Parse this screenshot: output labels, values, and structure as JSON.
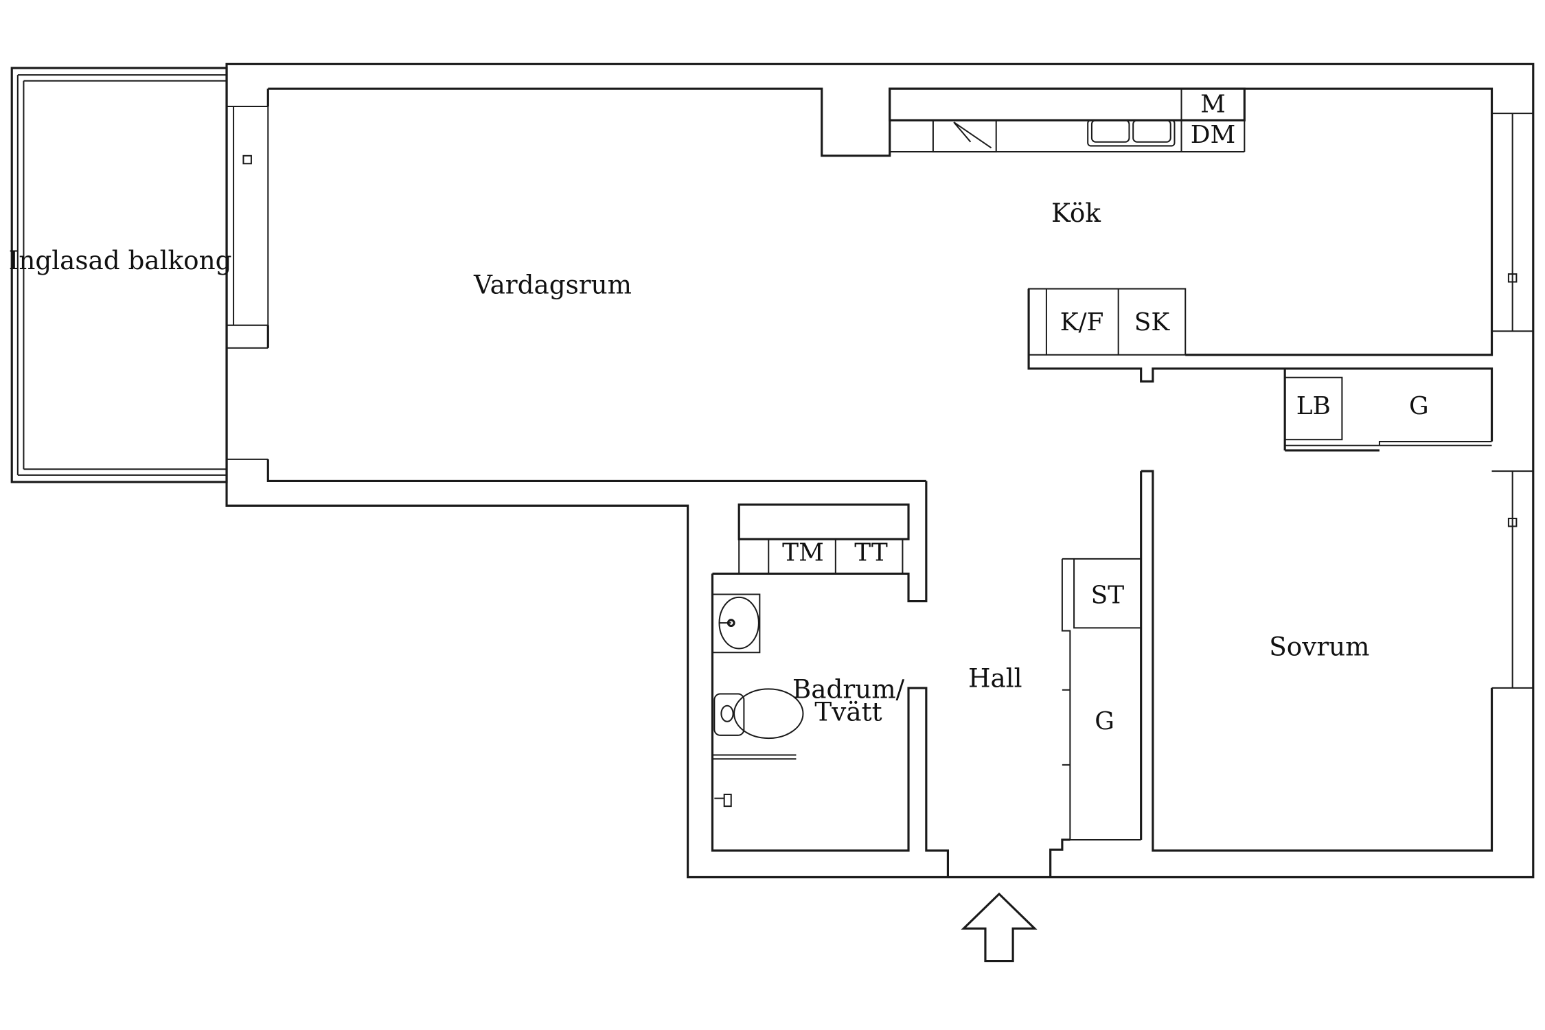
{
  "rooms": {
    "balcony": "Inglasad balkong",
    "living": "Vardagsrum",
    "kitchen": "Kök",
    "hall": "Hall",
    "bathroom_line1": "Badrum/",
    "bathroom_line2": "Tvätt",
    "bedroom": "Sovrum"
  },
  "fixtures": {
    "microwave": "M",
    "dishwasher": "DM",
    "fridge_freezer": "K/F",
    "cabinet_sk": "SK",
    "cabinet_lb": "LB",
    "wardrobe_bedroom": "G",
    "washer": "TM",
    "dryer": "TT",
    "cabinet_st": "ST",
    "wardrobe_hall": "G"
  }
}
